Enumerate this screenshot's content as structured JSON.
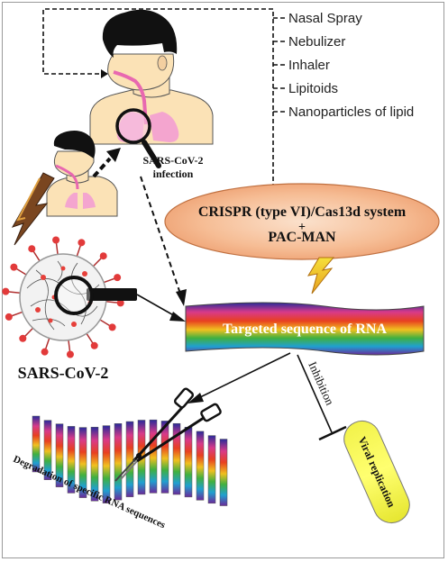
{
  "delivery": {
    "items": [
      "Nasal Spray",
      "Nebulizer",
      "Inhaler",
      "Lipitoids",
      "Nanoparticles of lipid"
    ]
  },
  "infection_label": {
    "line1": "SARS-CoV-2",
    "line2": "infection"
  },
  "crispr": {
    "line1": "CRISPR (type VI)/Cas13d system",
    "plus": "+",
    "line2": "PAC-MAN"
  },
  "rna": {
    "label": "Targeted sequence of RNA"
  },
  "virus": {
    "label": "SARS-CoV-2"
  },
  "inhibition": {
    "label": "Inhibition"
  },
  "viral_replication": {
    "label": "Viral replication"
  },
  "degradation": {
    "label": "Degradation of specific RNA sequences"
  }
}
